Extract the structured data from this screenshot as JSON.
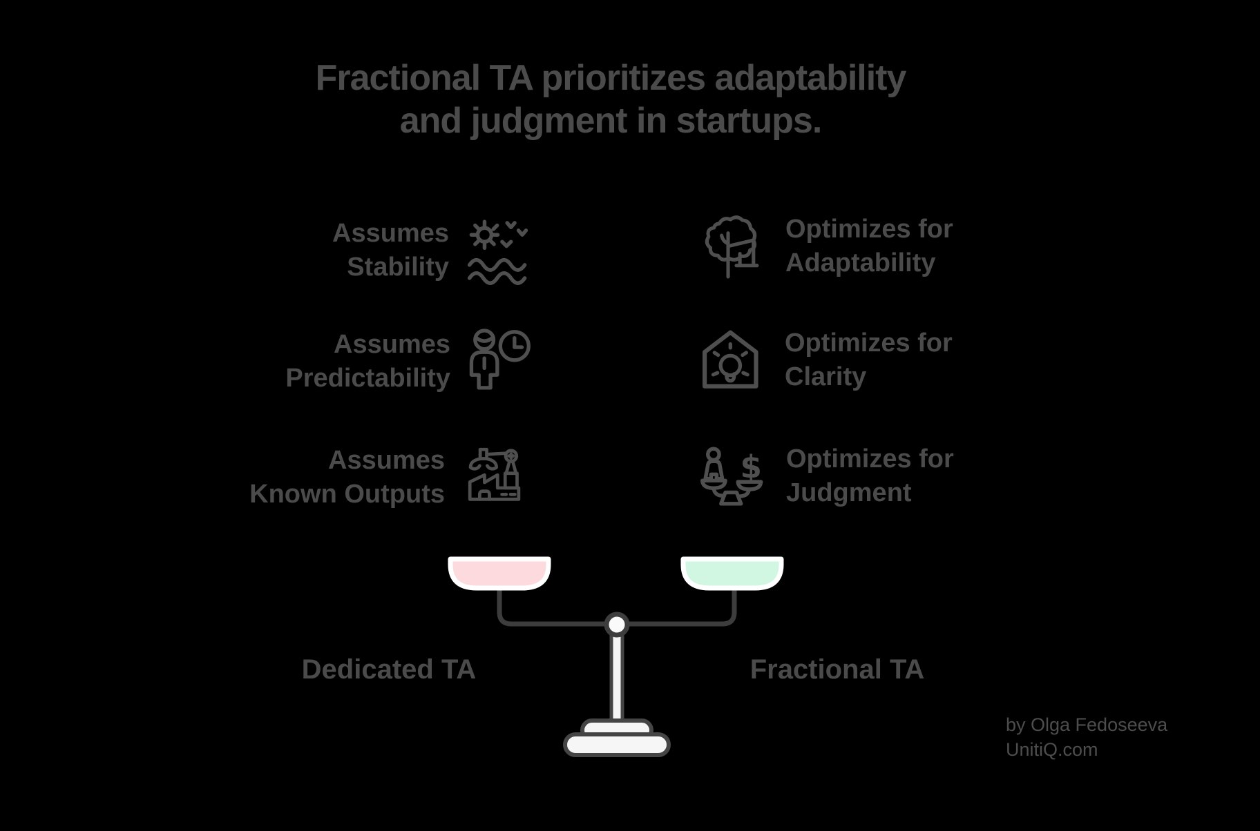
{
  "title": {
    "line1": "Fractional TA prioritizes adaptability",
    "line2": "and judgment in startups."
  },
  "comparison": {
    "left": {
      "items": [
        {
          "line1": "Assumes",
          "line2": "Stability",
          "icon": "sun-waves-icon"
        },
        {
          "line1": "Assumes",
          "line2": "Predictability",
          "icon": "person-clock-icon"
        },
        {
          "line1": "Assumes",
          "line2": "Known Outputs",
          "icon": "factory-robot-arm-icon"
        }
      ],
      "pan_label": "Dedicated TA",
      "pan_color": "#fcdadd"
    },
    "right": {
      "items": [
        {
          "line1": "Optimizes for",
          "line2": "Adaptability",
          "icon": "tree-swing-icon"
        },
        {
          "line1": "Optimizes for",
          "line2": "Clarity",
          "icon": "house-lightbulb-icon"
        },
        {
          "line1": "Optimizes for",
          "line2": "Judgment",
          "icon": "person-dollar-balance-icon"
        }
      ],
      "pan_label": "Fractional TA",
      "pan_color": "#d1f7e3"
    }
  },
  "attribution": {
    "line1": "by Olga Fedoseeva",
    "line2": "UnitiQ.com"
  },
  "colors": {
    "background": "#000000",
    "text": "#4b4b4b",
    "icon_stroke": "#4f4f4f",
    "pan_left": "#fcdadd",
    "pan_right": "#d1f7e3",
    "pan_border": "#ffffff",
    "beam": "#3d3d3d",
    "stand_fill": "#f6f6f6"
  }
}
